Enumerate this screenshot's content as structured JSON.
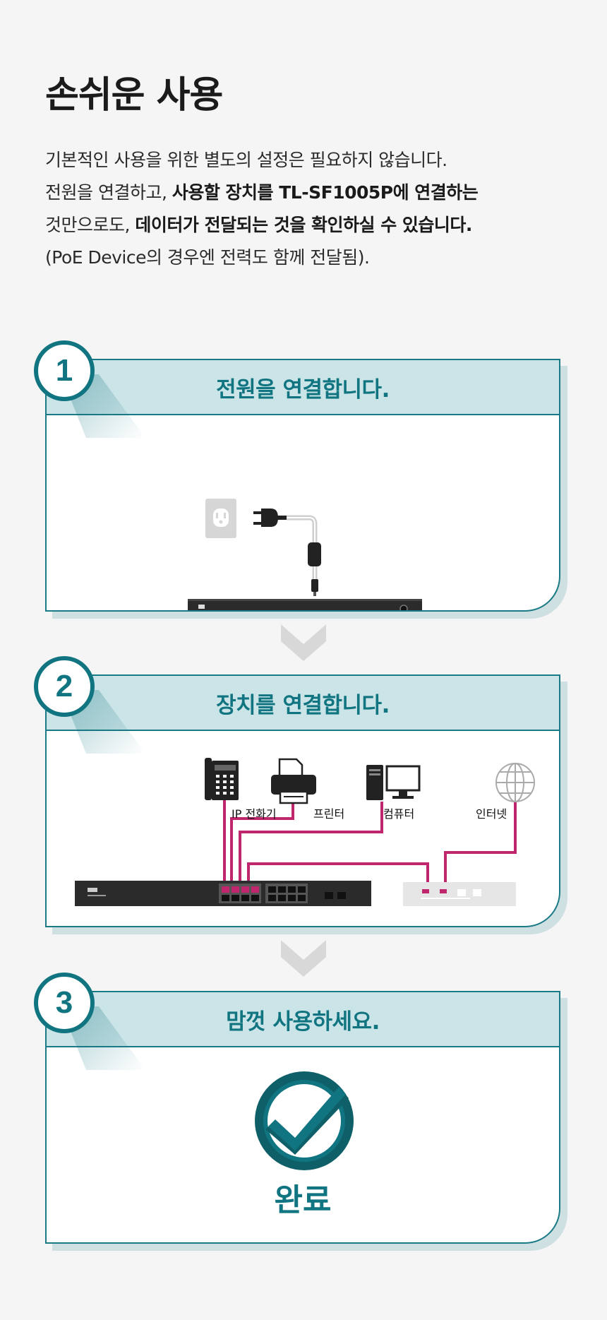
{
  "header": {
    "title": "손쉬운 사용"
  },
  "intro": {
    "line1": "기본적인 사용을 위한 별도의 설정은 필요하지 않습니다.",
    "line2_a": "전원을 연결하고, ",
    "line2_b": "사용할 장치를 TL-SF1005P에 연결하는",
    "line3_a": "것만으로도, ",
    "line3_b": "데이터가 전달되는 것을 확인하실 수 있습니다.",
    "line4": "(PoE Device의 경우엔 전력도 함께 전달됨)."
  },
  "steps": [
    {
      "number": "1",
      "title": "전원을 연결합니다."
    },
    {
      "number": "2",
      "title": "장치를 연결합니다."
    },
    {
      "number": "3",
      "title": "맘껏 사용하세요."
    }
  ],
  "step2_labels": {
    "phone": "IP 전화기",
    "printer": "프린터",
    "computer": "컴퓨터",
    "internet": "인터넷"
  },
  "step3": {
    "done_label": "완료"
  },
  "colors": {
    "teal": "#117581",
    "header_bg": "#cbe4e7",
    "cable": "#c0266e",
    "chevron": "#d8d8d8"
  }
}
